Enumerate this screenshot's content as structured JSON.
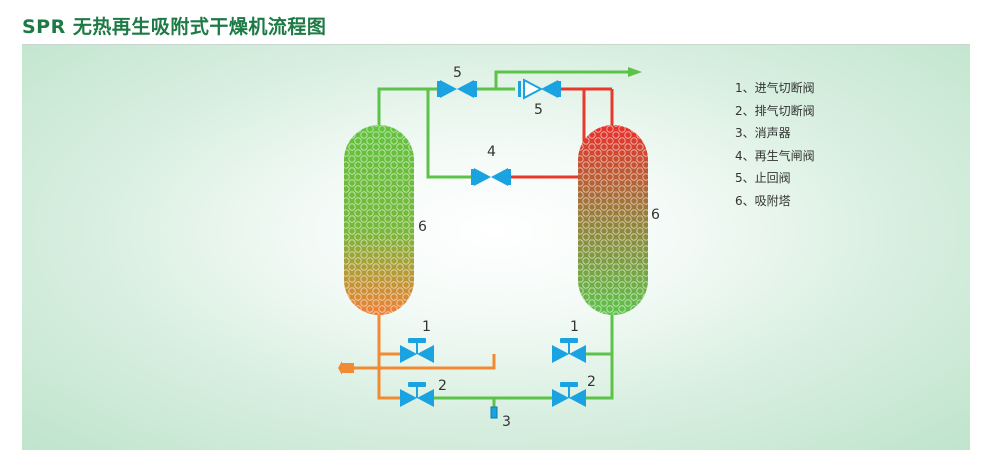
{
  "title": "SPR 无热再生吸附式干燥机流程图",
  "legend": [
    "1、进气切断阀",
    "2、排气切断阀",
    "3、消声器",
    "4、再生气闸阀",
    "5、止回阀",
    "6、吸附塔"
  ],
  "component_labels": {
    "check_valve_left": "5",
    "check_valve_right": "5",
    "regen_valve": "4",
    "tower_left": "6",
    "tower_right": "6",
    "inlet_valve_left": "1",
    "inlet_valve_right": "1",
    "exhaust_valve_left": "2",
    "exhaust_valve_right": "2",
    "muffler": "3"
  },
  "colors": {
    "title": "#1e7a45",
    "pipe_dry": "#5cc24a",
    "pipe_wet": "#f08a33",
    "pipe_hot": "#e53a2c",
    "valve": "#1aa3e0"
  }
}
